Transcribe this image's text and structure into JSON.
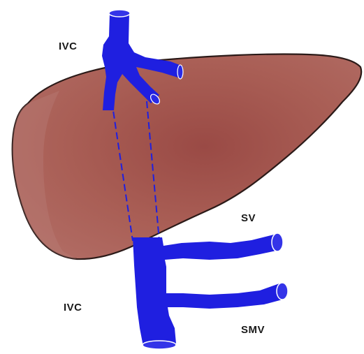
{
  "labels": {
    "ivc_top": "IVC",
    "ivc_bottom": "IVC",
    "sv": "SV",
    "smv": "SMV"
  },
  "colors": {
    "liver": "#a35a52",
    "liver_outline": "#2b1a18",
    "vessel": "#1f1fe0",
    "vessel_highlight": "#6f6ff2",
    "label_text": "#1a1a1a"
  }
}
